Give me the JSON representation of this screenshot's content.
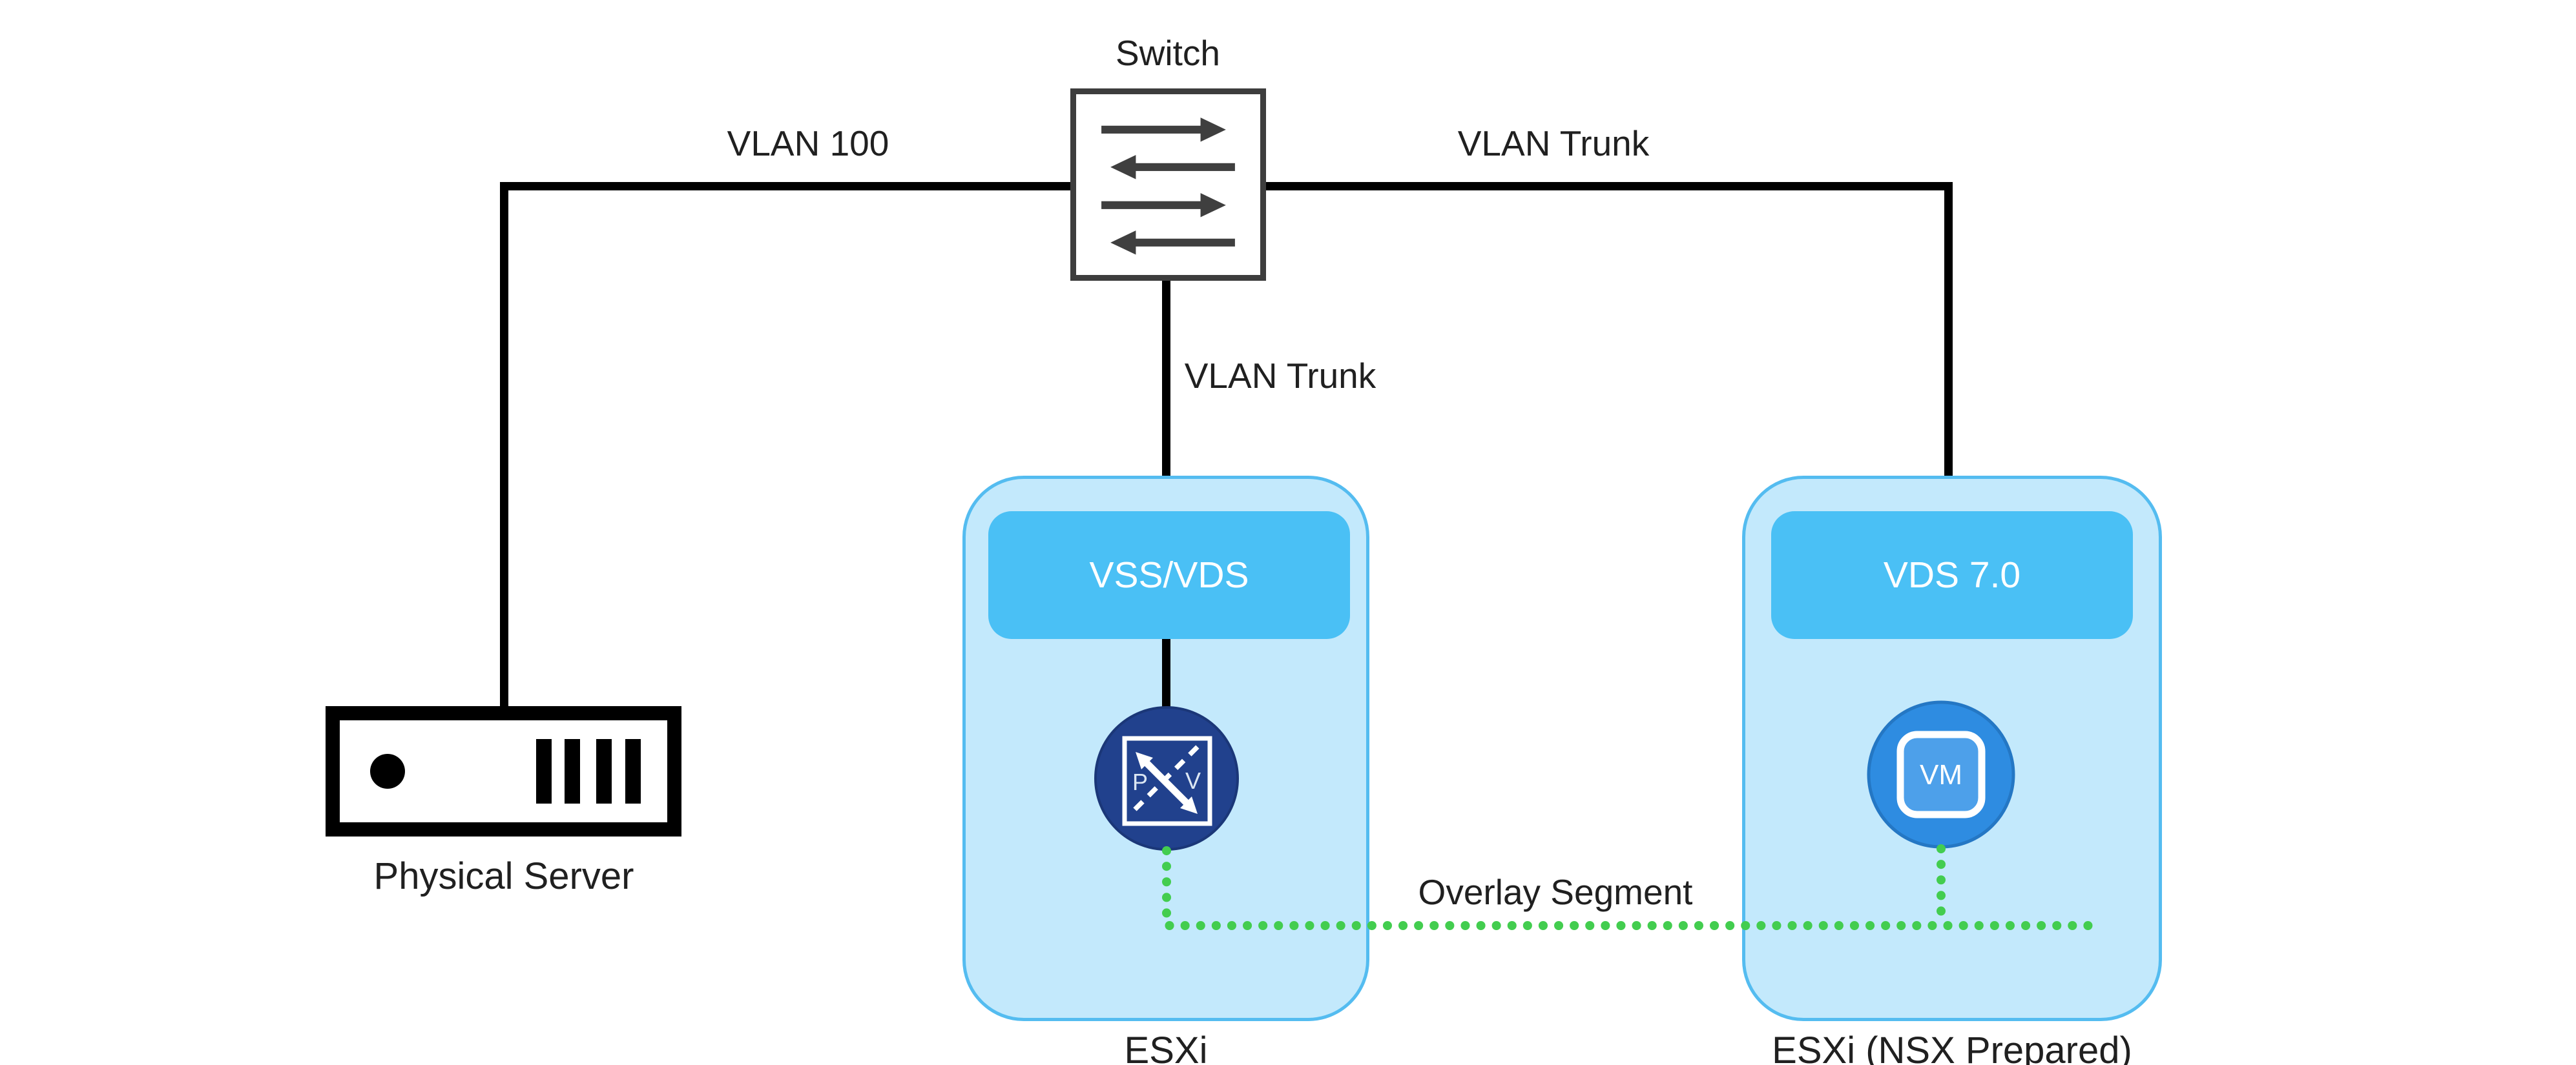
{
  "diagram": {
    "switch": {
      "label": "Switch"
    },
    "physical_server": {
      "label": "Physical Server"
    },
    "hosts": {
      "left": {
        "header": "VSS/VDS",
        "label": "ESXi"
      },
      "right": {
        "header": "VDS 7.0",
        "label": "ESXi (NSX Prepared)"
      }
    },
    "icons": {
      "pv": {
        "p": "P",
        "v": "V"
      },
      "vm": {
        "label": "VM"
      }
    },
    "links": {
      "vlan_100": "VLAN 100",
      "vlan_trunk_top": "VLAN Trunk",
      "vlan_trunk_mid": "VLAN Trunk",
      "overlay_segment": "Overlay Segment"
    },
    "colors": {
      "host_fill": "#c3e9fc",
      "host_border": "#54bcf0",
      "header_fill": "#4ac0f5",
      "pv_circle": "#21418d",
      "vm_circle": "#2e8ce1",
      "vm_square": "#4da0ea",
      "overlay_green": "#43cd4f",
      "connector_black": "#000000",
      "switch_gray": "#3d3d3d",
      "label_text": "#202020"
    }
  }
}
